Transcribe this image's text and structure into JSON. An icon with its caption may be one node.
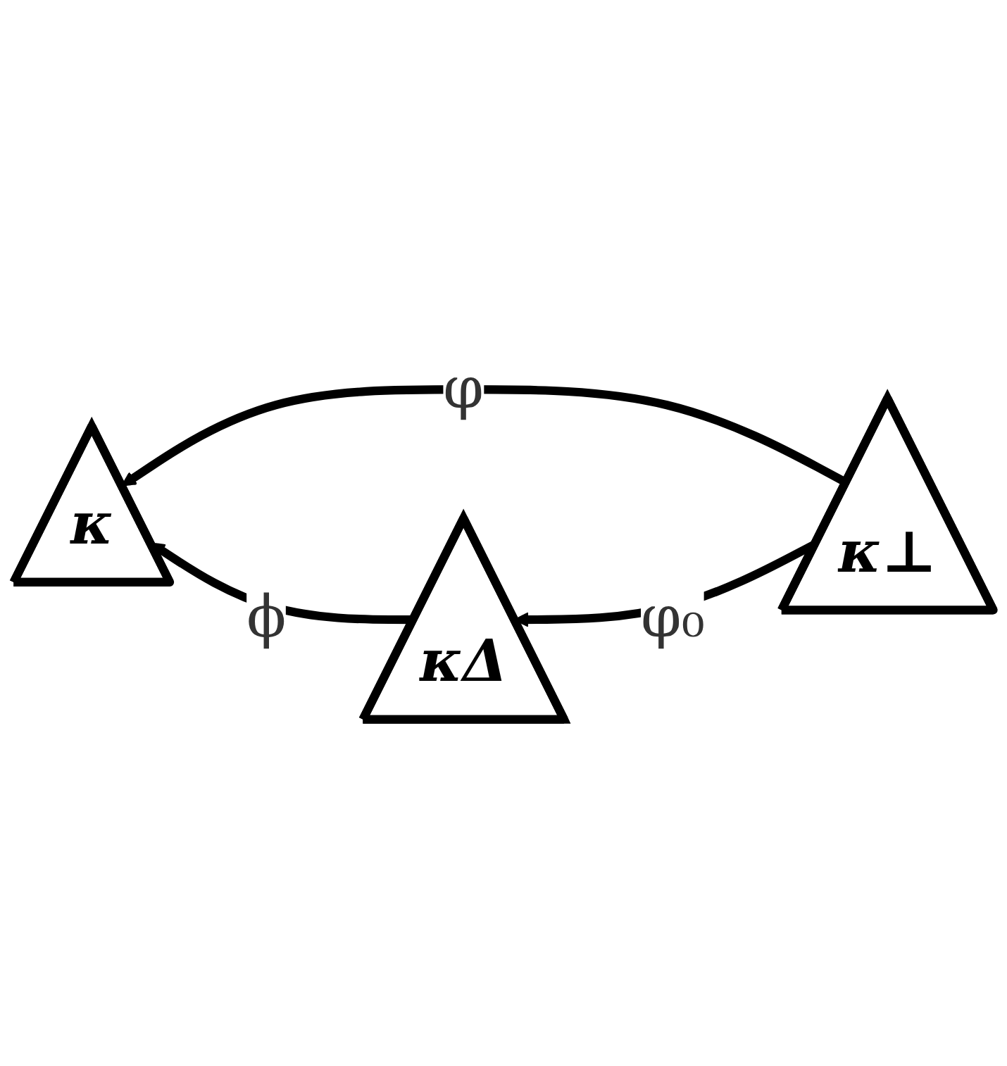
{
  "diagram": {
    "nodes": [
      {
        "text": [
          "κ"
        ]
      },
      {
        "text": [
          "κ⊥"
        ]
      },
      {
        "text": [
          "κΔ"
        ]
      }
    ],
    "edges": [
      {
        "from": 1,
        "to": 0,
        "arrow": "to",
        "label": "φ"
      },
      {
        "from": 1,
        "to": 2,
        "arrow": "to",
        "label": "φ₀"
      },
      {
        "from": 2,
        "to": 0,
        "arrow": "to",
        "label": "ϕ"
      }
    ]
  }
}
